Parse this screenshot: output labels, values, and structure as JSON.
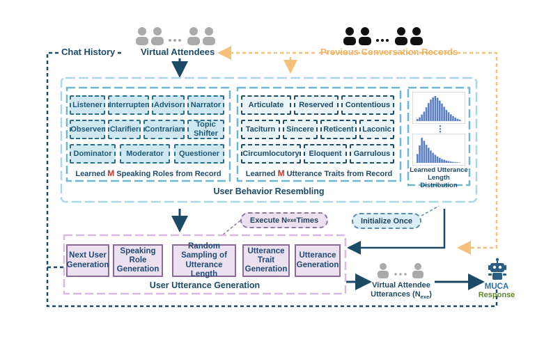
{
  "top": {
    "chat_history": "Chat History",
    "virtual_attendees": "Virtual Attendees",
    "previous_records": "Previous Conversation Records"
  },
  "resembling": {
    "title": "User Behavior Resembling",
    "roles_caption_pre": "Learned ",
    "roles_caption_m": "M",
    "roles_caption_post": " Speaking Roles from Record",
    "roles": [
      [
        "Listener",
        "Interrupter",
        "Advisor",
        "Narrator"
      ],
      [
        "Observer",
        "Clarifier",
        "Contrarian",
        "Topic Shifter"
      ],
      [
        "Dominator",
        "Moderator",
        "Questioner"
      ]
    ],
    "traits_caption_pre": "Learned ",
    "traits_caption_m": "M",
    "traits_caption_post": " Utterance Traits from Record",
    "traits": [
      [
        "Articulate",
        "Reserved",
        "Contentious"
      ],
      [
        "Taciturn",
        "Sincere",
        "Reticent",
        "Laconic"
      ],
      [
        "Circumlocutory",
        "Eloquent",
        "Garrulous"
      ]
    ],
    "length_caption": "Learned Utterance Length Distribution",
    "ellipsis": "⋮"
  },
  "execute": {
    "pre": "Execute N",
    "sub": "exe",
    "post": " Times"
  },
  "init_once": "Initialize Once",
  "generation": {
    "title": "User Utterance Generation",
    "steps": [
      "Next User Generation",
      "Speaking Role Generation",
      "Random Sampling of Utterance Length",
      "Utterance Trait Generation",
      "Utterance Generation"
    ]
  },
  "output": {
    "utter_line1": "Virtual Attendee",
    "utter_pre": "Utterances (N",
    "utter_sub": "exe",
    "utter_post": ")",
    "muca": "MUCA",
    "response": "Response"
  },
  "icons": {
    "person_gray": "person-icon",
    "person_dark": "person-icon",
    "robot": "robot-icon"
  },
  "colors": {
    "navy": "#1c4a66",
    "gold": "#f5c07a",
    "light_blue": "#a9d6e8",
    "purple": "#d9b7e6",
    "m_red": "#c0392b",
    "muca_blue": "#2f6fb0",
    "response_green": "#5a8a2e"
  },
  "charts": {
    "top": [
      0.08,
      0.15,
      0.26,
      0.38,
      0.55,
      0.72,
      0.86,
      0.95,
      1.0,
      0.93,
      0.82,
      0.7,
      0.57,
      0.45,
      0.35,
      0.27,
      0.2,
      0.14,
      0.09,
      0.06
    ],
    "bottom": [
      0.35,
      0.7,
      1.0,
      0.88,
      0.72,
      0.6,
      0.49,
      0.4,
      0.32,
      0.25,
      0.2,
      0.15,
      0.12,
      0.09,
      0.07,
      0.05,
      0.04,
      0.03,
      0.02,
      0.015
    ]
  }
}
